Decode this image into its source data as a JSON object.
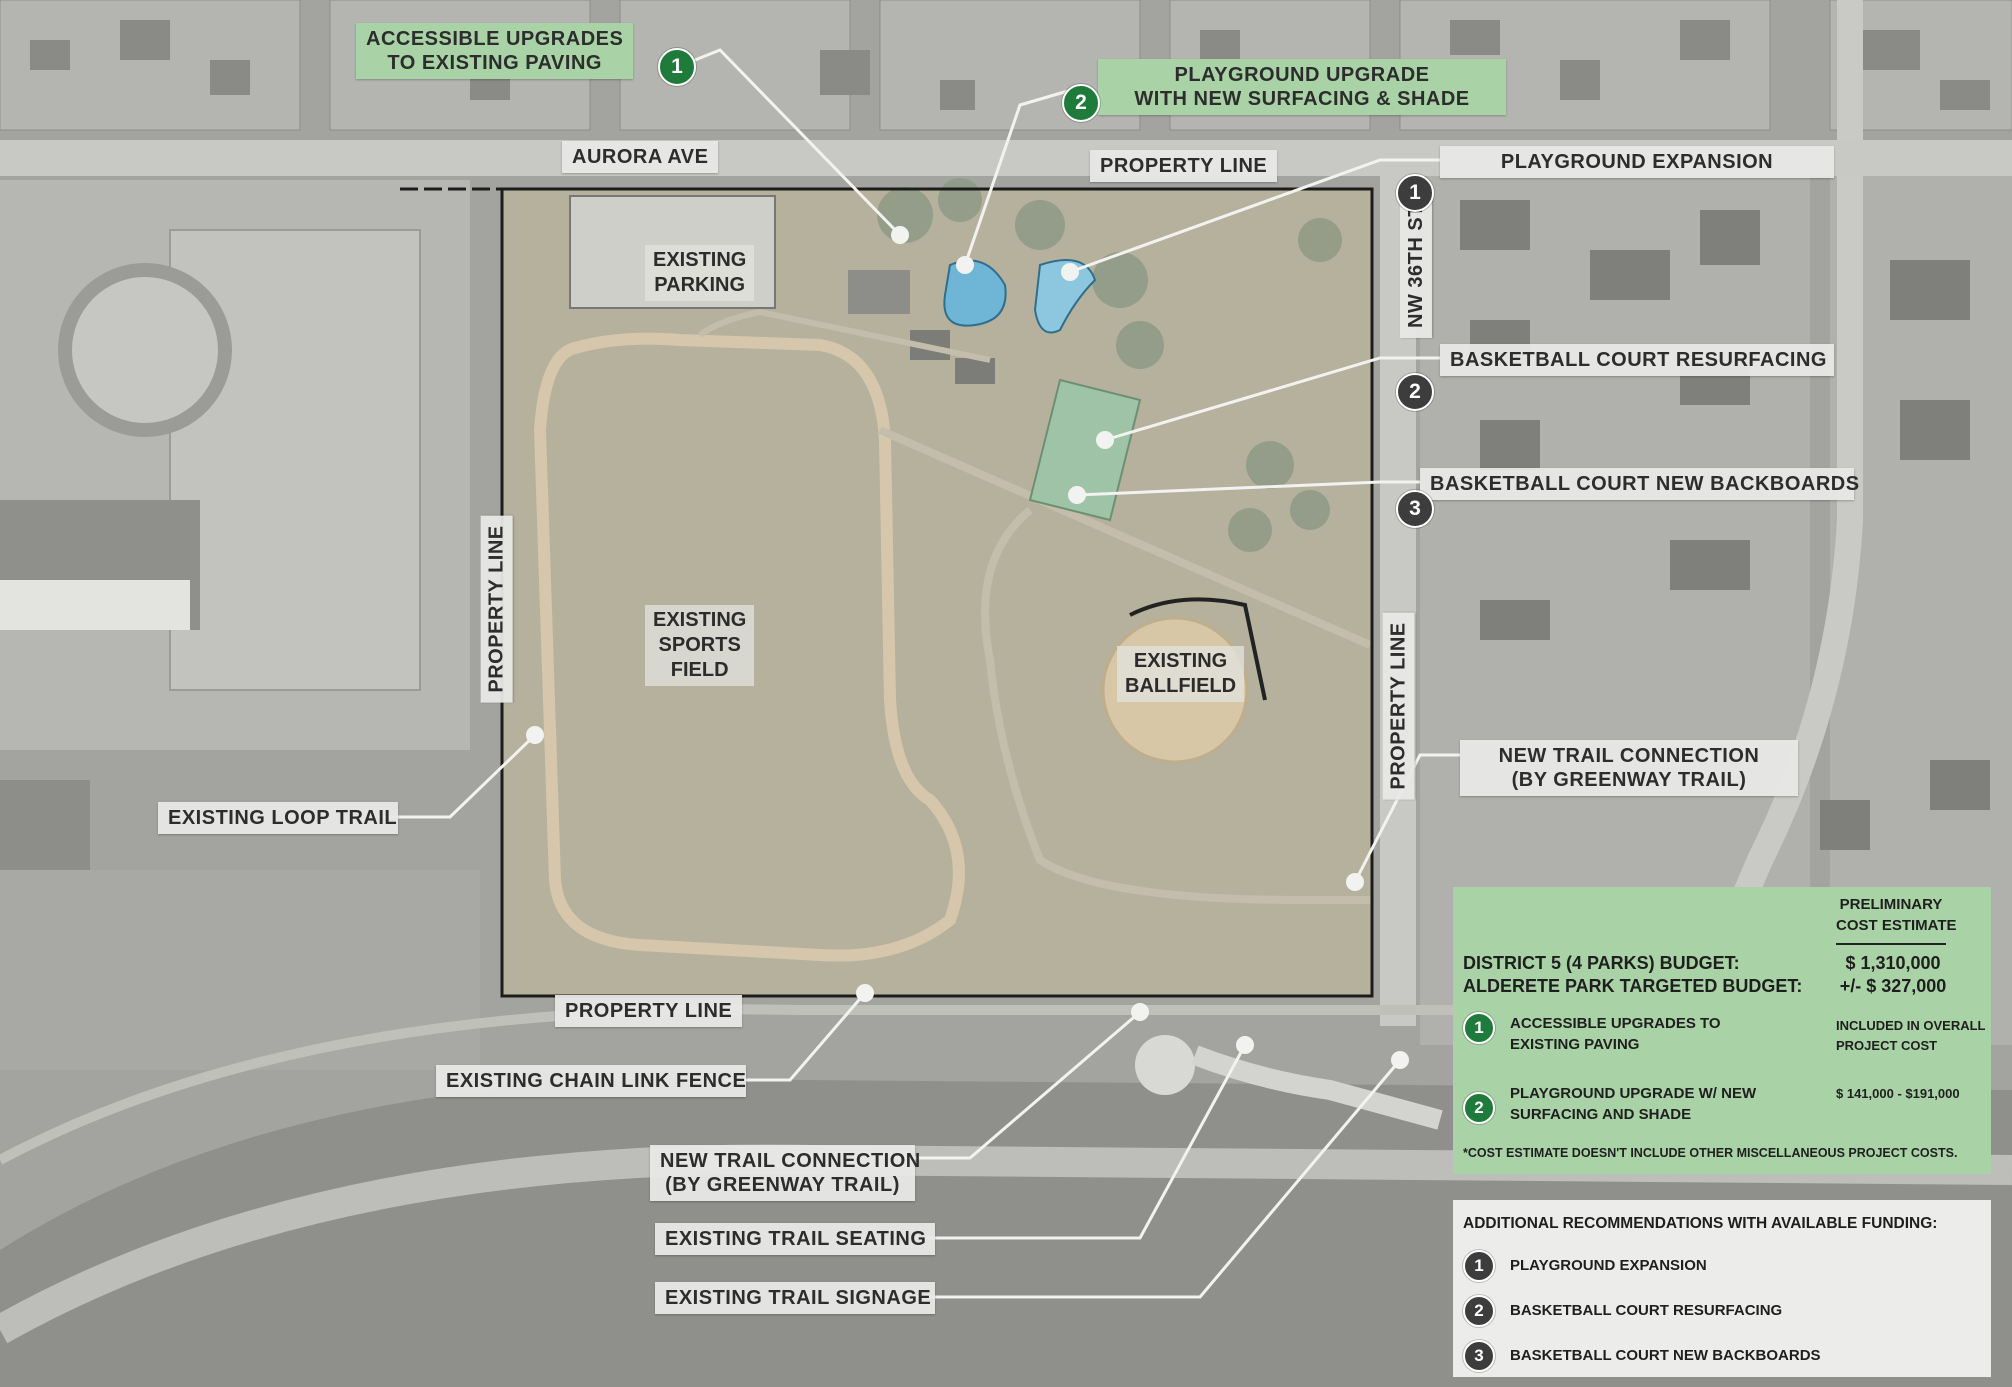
{
  "title": "Alderete Park Improvements Map",
  "streets": {
    "aurora": "AURORA AVE",
    "nw36": "NW 36TH ST"
  },
  "property_line": "PROPERTY LINE",
  "map_labels": {
    "parking": "EXISTING\nPARKING",
    "sports_field": "EXISTING\nSPORTS\nFIELD",
    "ballfield": "EXISTING\nBALLFIELD"
  },
  "callouts": {
    "accessible_upgrades": {
      "text": "ACCESSIBLE UPGRADES\nTO EXISTING PAVING",
      "number": "1"
    },
    "playground_upgrade": {
      "text": "PLAYGROUND UPGRADE\nWITH NEW SURFACING & SHADE",
      "number": "2"
    },
    "playground_expansion": {
      "text": "PLAYGROUND EXPANSION",
      "number": "1"
    },
    "court_resurfacing": {
      "text": "BASKETBALL COURT RESURFACING",
      "number": "2"
    },
    "court_backboards": {
      "text": "BASKETBALL COURT NEW BACKBOARDS",
      "number": "3"
    },
    "trail_connection_east": {
      "text": "NEW TRAIL CONNECTION\n(BY GREENWAY TRAIL)"
    },
    "loop_trail": {
      "text": "EXISTING LOOP TRAIL"
    },
    "chain_link_fence": {
      "text": "EXISTING CHAIN LINK FENCE"
    },
    "trail_connection_south": {
      "text": "NEW TRAIL CONNECTION\n(BY GREENWAY TRAIL)"
    },
    "trail_seating": {
      "text": "EXISTING TRAIL SEATING"
    },
    "trail_signage": {
      "text": "EXISTING TRAIL SIGNAGE"
    }
  },
  "cost_estimate": {
    "header": "PRELIMINARY\nCOST ESTIMATE",
    "district_label": "DISTRICT 5 (4 PARKS) BUDGET:",
    "district_value": "$ 1,310,000",
    "alderete_label": "ALDERETE PARK TARGETED BUDGET:",
    "alderete_value": "+/- $ 327,000",
    "items": [
      {
        "number": "1",
        "label": "ACCESSIBLE UPGRADES TO\nEXISTING PAVING",
        "cost": "INCLUDED IN OVERALL\nPROJECT COST"
      },
      {
        "number": "2",
        "label": "PLAYGROUND UPGRADE W/ NEW\nSURFACING AND SHADE",
        "cost": "$ 141,000 - $191,000"
      }
    ],
    "note": "*COST ESTIMATE DOESN'T INCLUDE OTHER MISCELLANEOUS PROJECT COSTS."
  },
  "additional": {
    "header": "ADDITIONAL RECOMMENDATIONS WITH AVAILABLE FUNDING:",
    "items": [
      {
        "number": "1",
        "label": "PLAYGROUND EXPANSION"
      },
      {
        "number": "2",
        "label": "BASKETBALL COURT RESURFACING"
      },
      {
        "number": "3",
        "label": "BASKETBALL COURT NEW BACKBOARDS"
      }
    ]
  },
  "colors": {
    "callout_green": "#a9d3a6",
    "badge_green": "#1e7b3c",
    "badge_dark": "#3d3d3d",
    "park_fill": "#b6b19d",
    "trail": "#d6c6ac",
    "playground_water": "#6fb6d6"
  }
}
